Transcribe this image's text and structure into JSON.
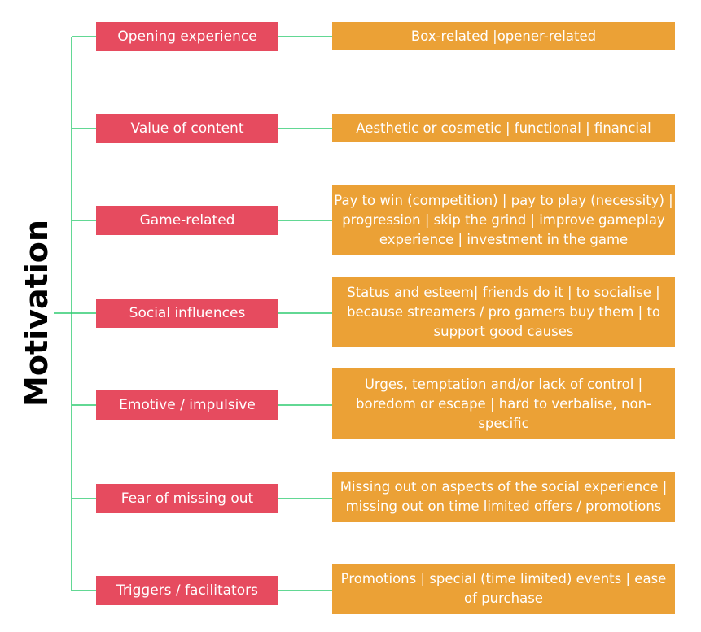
{
  "root": {
    "label": "Motivation"
  },
  "colors": {
    "category": "#e64b5f",
    "detail": "#eba136",
    "connector": "#2ecc71"
  },
  "categories": [
    {
      "label": "Opening experience",
      "detail": "Box-related |opener-related"
    },
    {
      "label": "Value of content",
      "detail": "Aesthetic or cosmetic | functional | financial"
    },
    {
      "label": "Game-related",
      "detail": "Pay to win (competition) | pay to play (necessity) | progression | skip the grind | improve gameplay experience | investment in the game"
    },
    {
      "label": "Social influences",
      "detail": "Status and esteem| friends do it | to socialise | because streamers / pro gamers buy them | to support good causes"
    },
    {
      "label": "Emotive / impulsive",
      "detail": "Urges, temptation and/or lack of control | boredom or escape | hard to verbalise, non-specific"
    },
    {
      "label": "Fear of missing out",
      "detail": "Missing out on aspects of the social experience | missing out on time limited offers / promotions"
    },
    {
      "label": "Triggers / facilitators",
      "detail": "Promotions | special (time limited) events | ease of purchase"
    }
  ]
}
